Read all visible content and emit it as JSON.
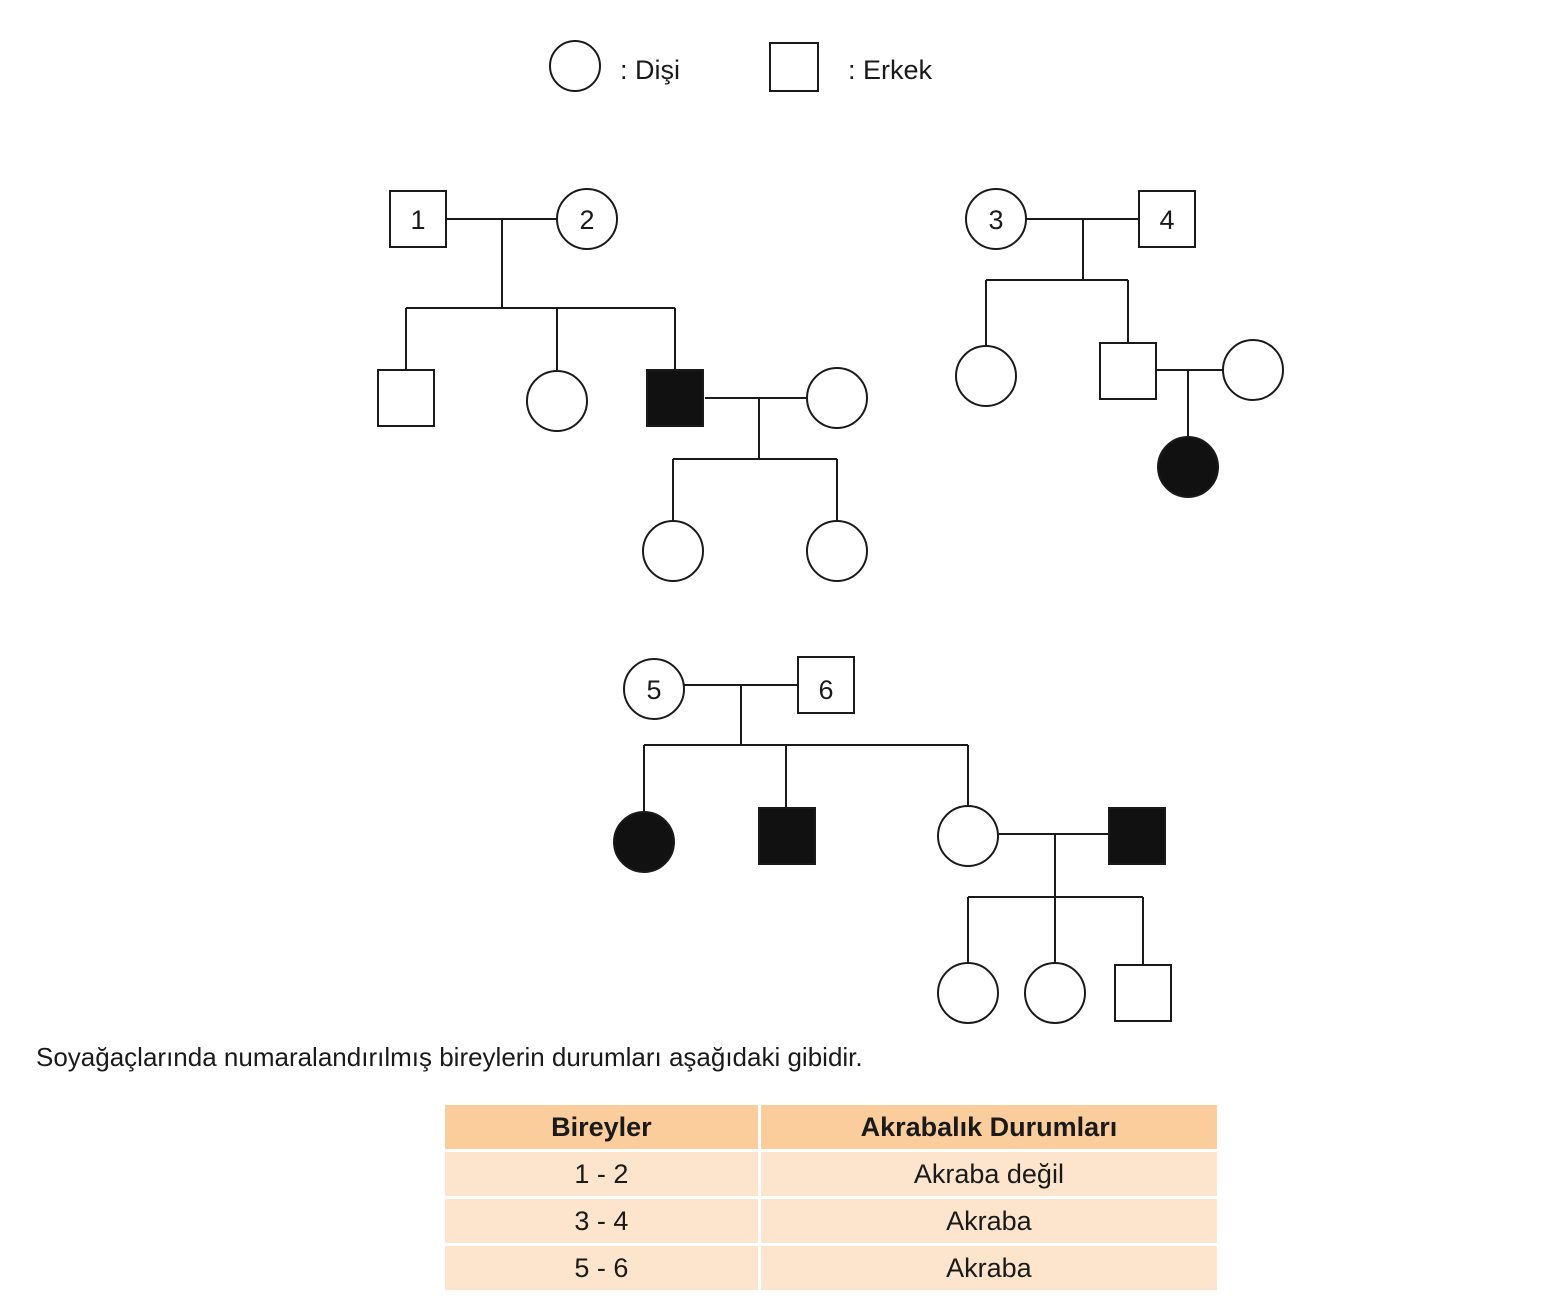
{
  "legend": {
    "female_label": ": Dişi",
    "male_label": ": Erkek"
  },
  "pedigree": {
    "affected_color": "#111111",
    "line_color": "#1a1a1a",
    "individual_labels": [
      "1",
      "2",
      "3",
      "4",
      "5",
      "6"
    ]
  },
  "caption": "Soyağaçlarında numaralandırılmış bireylerin durumları aşağıdaki gibidir.",
  "table": {
    "header_color": "#fbcd9d",
    "row_color": "#fde5cd",
    "headers": [
      "Bireyler",
      "Akrabalık Durumları"
    ],
    "rows": [
      [
        "1 - 2",
        "Akraba değil"
      ],
      [
        "3 - 4",
        "Akraba"
      ],
      [
        "5 - 6",
        "Akraba"
      ]
    ]
  }
}
